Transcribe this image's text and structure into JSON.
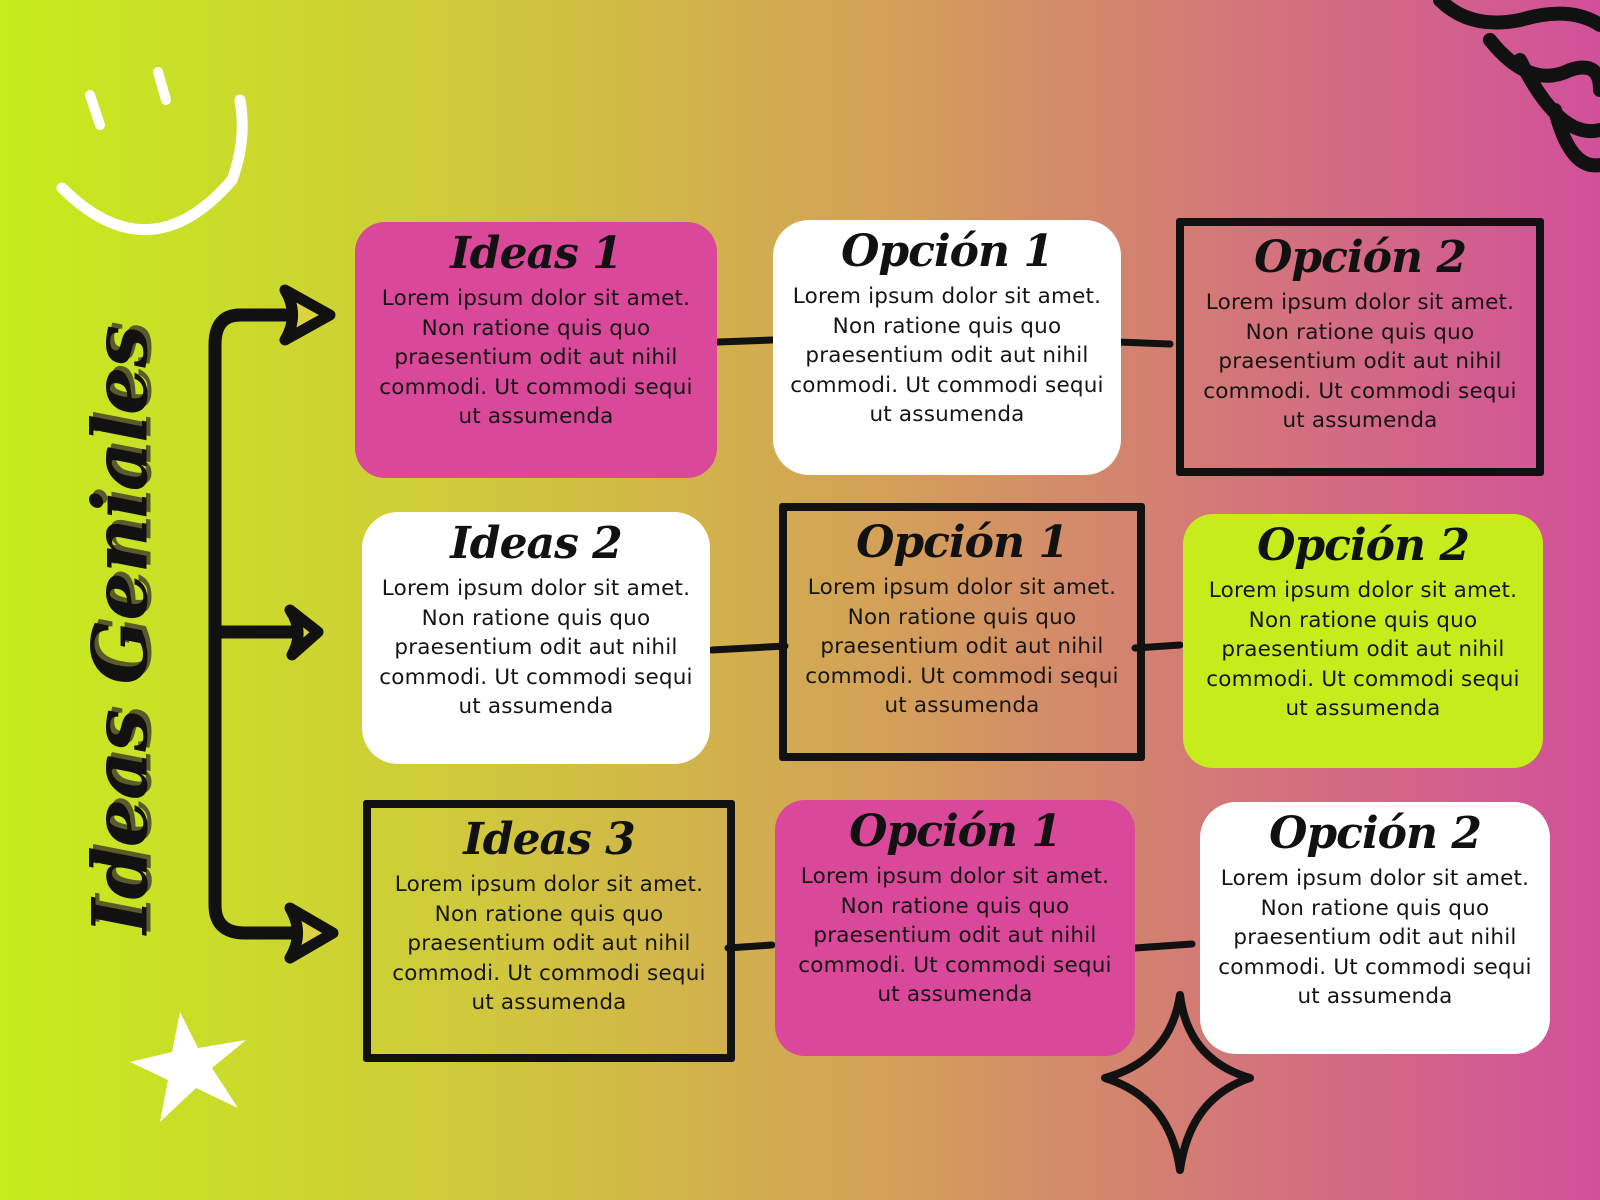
{
  "title": "Ideas Geniales",
  "rows": [
    {
      "idea": {
        "title": "Ideas 1",
        "text": "Lorem ipsum dolor sit amet. Non ratione quis quo praesentium odit aut nihil commodi. Ut commodi sequi ut assumenda"
      },
      "option1": {
        "title": "Opción 1",
        "text": "Lorem ipsum dolor sit amet. Non ratione quis quo praesentium odit aut nihil commodi. Ut commodi sequi ut assumenda"
      },
      "option2": {
        "title": "Opción 2",
        "text": "Lorem ipsum dolor sit amet. Non ratione quis quo praesentium odit aut nihil commodi. Ut commodi sequi ut assumenda"
      }
    },
    {
      "idea": {
        "title": "Ideas 2",
        "text": "Lorem ipsum dolor sit amet. Non ratione quis quo praesentium odit aut nihil commodi. Ut commodi sequi ut assumenda"
      },
      "option1": {
        "title": "Opción 1",
        "text": "Lorem ipsum dolor sit amet. Non ratione quis quo praesentium odit aut nihil commodi. Ut commodi sequi ut assumenda"
      },
      "option2": {
        "title": "Opción 2",
        "text": "Lorem ipsum dolor sit amet. Non ratione quis quo praesentium odit aut nihil commodi. Ut commodi sequi ut assumenda"
      }
    },
    {
      "idea": {
        "title": "Ideas 3",
        "text": "Lorem ipsum dolor sit amet. Non ratione quis quo praesentium odit aut nihil commodi. Ut commodi sequi ut assumenda"
      },
      "option1": {
        "title": "Opción 1",
        "text": "Lorem ipsum dolor sit amet. Non ratione quis quo praesentium odit aut nihil commodi. Ut commodi sequi ut assumenda"
      },
      "option2": {
        "title": "Opción 2",
        "text": "Lorem ipsum dolor sit amet. Non ratione quis quo praesentium odit aut nihil commodi. Ut commodi sequi ut assumenda"
      }
    }
  ],
  "colors": {
    "pink": "#d94899",
    "lime": "#c6ec1b",
    "white": "#ffffff",
    "ink": "#111111"
  },
  "decorations": [
    "smiley-icon",
    "star-icon",
    "sparkle-icon",
    "scribble-icon"
  ]
}
